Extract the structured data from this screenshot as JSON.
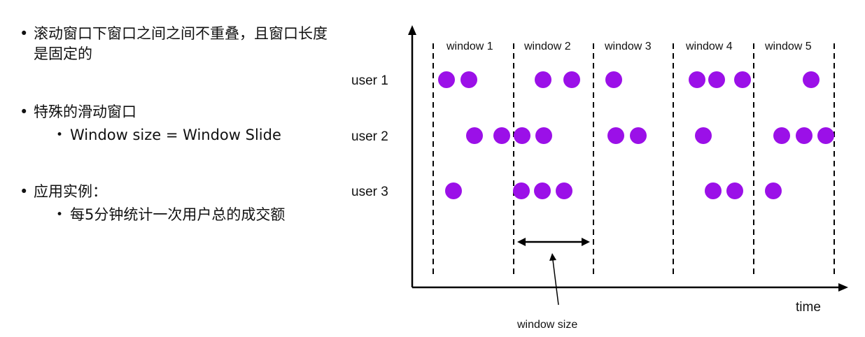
{
  "bullets": {
    "b1": "滚动窗口下窗口之间之间不重叠，且窗口长度是固定的",
    "b2": "特殊的滑动窗口",
    "b2_sub": "Window size = Window Slide",
    "b3": "应用实例：",
    "b3_sub": "每5分钟统计一次用户总的成交额"
  },
  "diagram": {
    "windows": [
      "window 1",
      "window 2",
      "window 3",
      "window 4",
      "window 5"
    ],
    "users": [
      "user 1",
      "user 2",
      "user 3"
    ],
    "x_axis_label": "time",
    "window_size_label": "window size",
    "event_color": "#9b10e8"
  }
}
